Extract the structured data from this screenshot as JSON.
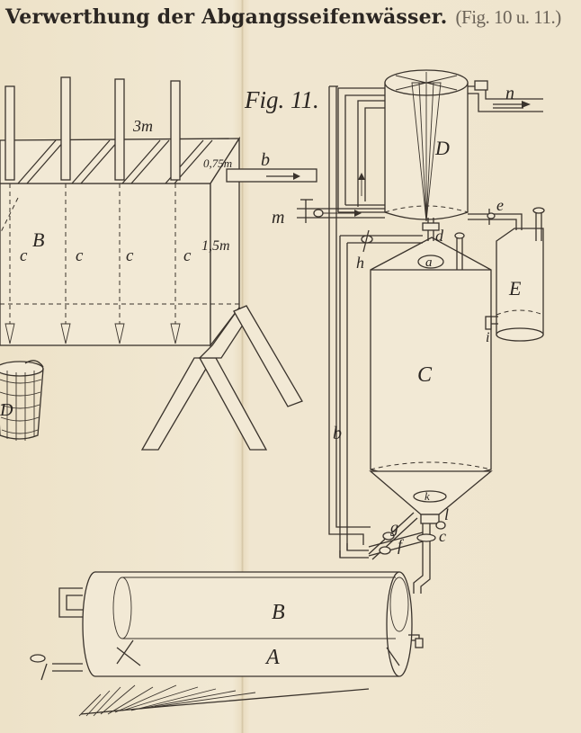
{
  "header": {
    "title": "Verwerthung der Abgangsseifenwässer.",
    "figure_ref": "(Fig. 10 u. 11.)"
  },
  "figure": {
    "label": "Fig. 11."
  },
  "labels": {
    "dim_3m": "3m",
    "dim_075m": "0,75m",
    "dim_15m": "1,5m",
    "vessel_B_left": "B",
    "vessel_c1": "c",
    "vessel_c2": "c",
    "vessel_c3": "c",
    "vessel_c4": "c",
    "outlet_b": "b",
    "basket_D": "D",
    "tank_D": "D",
    "inlet_m": "m",
    "outlet_n": "n",
    "valve_e": "e",
    "valve_d": "d",
    "valve_h": "h",
    "port_a": "a",
    "tank_E": "E",
    "valve_i": "i",
    "column_C": "C",
    "pipe_b": "b",
    "port_k": "k",
    "valve_l": "l",
    "valve_g": "g",
    "valve_f": "f",
    "valve_c": "c",
    "boiler_B": "B",
    "boiler_A": "A"
  }
}
